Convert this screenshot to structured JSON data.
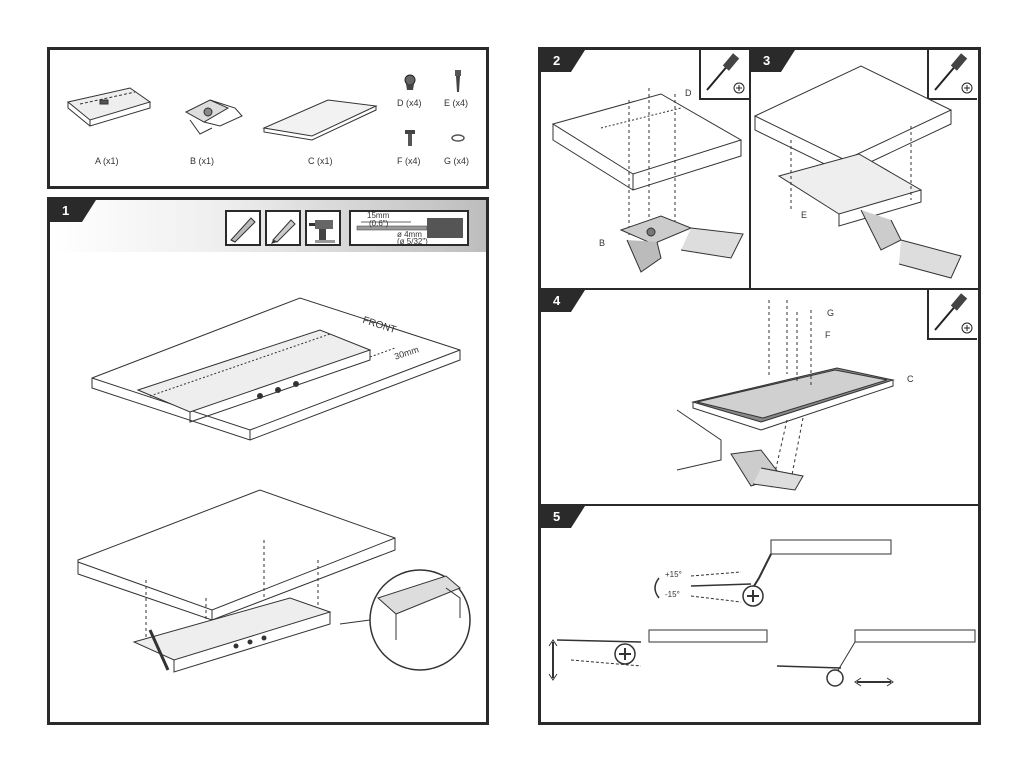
{
  "parts": [
    {
      "label": "A (x1)"
    },
    {
      "label": "B (x1)"
    },
    {
      "label": "C (x1)"
    },
    {
      "label": "D (x4)"
    },
    {
      "label": "E (x4)"
    },
    {
      "label": "F (x4)"
    },
    {
      "label": "G (x4)"
    }
  ],
  "steps": {
    "s1": "1",
    "s2": "2",
    "s3": "3",
    "s4": "4",
    "s5": "5"
  },
  "step1": {
    "front_label": "FRONT",
    "offset_label": "30mm",
    "drill_depth_mm": "15mm",
    "drill_depth_in": "(0.6\")",
    "drill_bit_mm": "ø 4mm",
    "drill_bit_in": "(ø 5/32\")"
  },
  "step2": {
    "label_d": "D",
    "label_b": "B"
  },
  "step3": {
    "label_e": "E"
  },
  "step4": {
    "label_g": "G",
    "label_f": "F",
    "label_c": "C"
  },
  "step5": {
    "tilt_up": "+15°",
    "tilt_down": "-15°"
  },
  "icons": {
    "screwdriver": "phillips-screwdriver-icon",
    "level": "level-icon",
    "pencil": "pencil-icon",
    "drill": "power-drill-icon",
    "drillbit": "drill-bit-icon"
  }
}
